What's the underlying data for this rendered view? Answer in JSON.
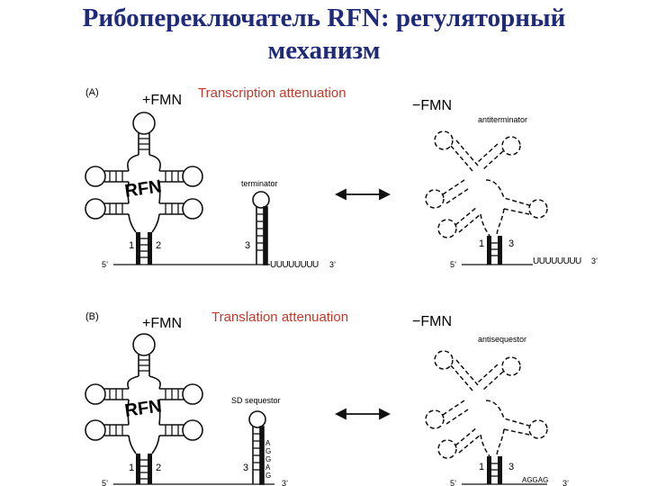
{
  "slide": {
    "title_line1": "Рибопереключатель RFN: регуляторный",
    "title_line2": "механизм"
  },
  "panel_a": {
    "label": "(A)",
    "plus": "+FMN",
    "minus": "−FMN",
    "mechanism": "Transcription attenuation",
    "terminator": "terminator",
    "antiterminator": "antiterminator",
    "rfn": "RFN",
    "num1": "1",
    "num2": "2",
    "num3": "3",
    "end5": "5’",
    "end3": "3’",
    "tail": "UUUUUUUU"
  },
  "panel_b": {
    "label": "(B)",
    "plus": "+FMN",
    "minus": "−FMN",
    "mechanism": "Translation attenuation",
    "sd": "SD sequestor",
    "antisd": "antisequestor",
    "rfn": "RFN",
    "num1": "1",
    "num2": "2",
    "num3": "3",
    "end5": "5’",
    "end3": "3’",
    "seq": "AGGAG",
    "seq_letters": [
      "A",
      "G",
      "G",
      "A",
      "G"
    ]
  },
  "colors": {
    "title": "#1f2a7a",
    "mechanism_label": "#c0392b",
    "ink": "#111111"
  }
}
